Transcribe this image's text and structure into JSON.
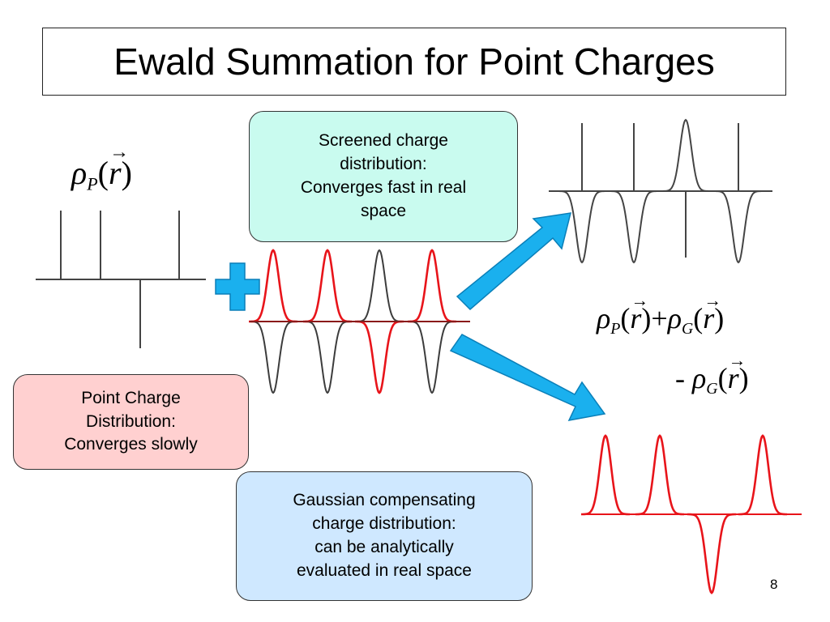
{
  "slide": {
    "title": "Ewald Summation for Point Charges",
    "page_number": "8"
  },
  "callouts": {
    "screened": {
      "lines": [
        "Screened charge",
        "distribution:",
        "Converges fast in real",
        "space"
      ],
      "background": "#c9fbef"
    },
    "point": {
      "lines": [
        "Point Charge",
        "Distribution:",
        "Converges slowly"
      ],
      "background": "#ffd0d0"
    },
    "gaussian": {
      "lines": [
        "Gaussian compensating",
        "charge distribution:",
        "can be analytically",
        "evaluated in real space"
      ],
      "background": "#cfe8ff"
    }
  },
  "equations": {
    "rho_p": {
      "symbol": "ρ",
      "subscript": "P",
      "open": "(",
      "variable": "r",
      "close": ")"
    },
    "sum": {
      "symbol_1": "ρ",
      "subscript_1": "P",
      "variable": "r",
      "plus": "+",
      "symbol_2": "ρ",
      "subscript_2": "G"
    },
    "minus": {
      "sign": "-",
      "symbol": "ρ",
      "subscript": "G",
      "variable": "r"
    }
  },
  "colors": {
    "gaussian_red": "#e8141a",
    "screened_gray": "#3c3c3c",
    "arrow_blue": "#1ab0ee",
    "plus_blue": "#1ab0ee"
  },
  "icons": [
    "plus-icon",
    "arrow-to-screened-icon",
    "arrow-to-gaussian-icon"
  ],
  "charges": {
    "point": [
      1,
      1,
      -1,
      1
    ],
    "gaussian": [
      1,
      1,
      -1,
      1
    ],
    "screened": [
      -1,
      -1,
      1,
      -1
    ]
  }
}
